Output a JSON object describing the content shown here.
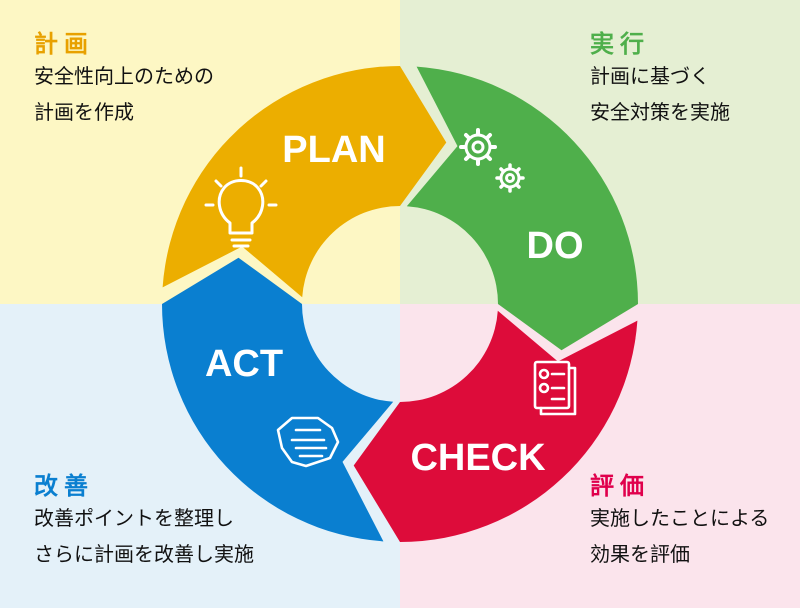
{
  "quadrants": {
    "plan": {
      "title": "計画",
      "desc_line1": "安全性向上のための",
      "desc_line2": "計画を作成",
      "color": "#e8a100"
    },
    "do": {
      "title": "実行",
      "desc_line1": "計画に基づく",
      "desc_line2": "安全対策を実施",
      "color": "#4faf4b"
    },
    "act": {
      "title": "改善",
      "desc_line1": "改善ポイントを整理し",
      "desc_line2": "さらに計画を改善し実施",
      "color": "#0a7fd0"
    },
    "check": {
      "title": "評価",
      "desc_line1": "実施したことによる",
      "desc_line2": "効果を評価",
      "color": "#e0004c"
    }
  },
  "cycle": {
    "plan_label": "PLAN",
    "do_label": "DO",
    "check_label": "CHECK",
    "act_label": "ACT",
    "plan_color": "#ecae00",
    "do_color": "#4faf4b",
    "check_color": "#dd0c3a",
    "act_color": "#0a7fd0",
    "plan_icon": "lightbulb-icon",
    "do_icon": "gears-icon",
    "check_icon": "checklist-icon",
    "act_icon": "handshake-icon"
  }
}
